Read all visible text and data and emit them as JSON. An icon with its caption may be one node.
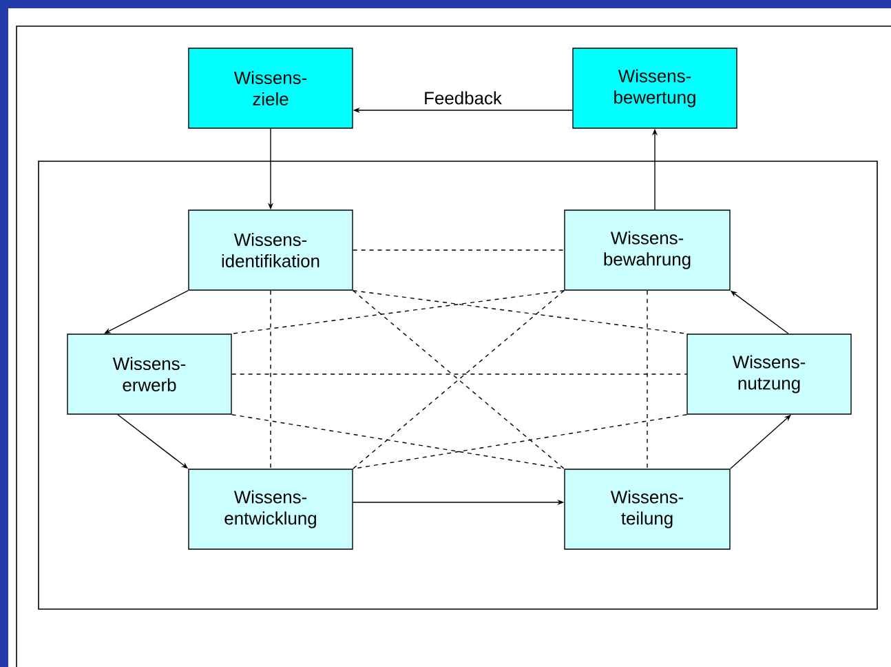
{
  "diagram": {
    "nodes": [
      {
        "text": [
          "Wissens- ziele"
        ]
      },
      {
        "text": [
          "Wissens- bewertung"
        ]
      },
      {
        "text": [],
        "shape": "box"
      },
      {
        "text": [
          "Wissens- identifikation"
        ],
        "in": 2
      },
      {
        "text": [
          "Wissens- bewahrung"
        ],
        "in": 2
      },
      {
        "text": [
          "Wissens- erwerb"
        ],
        "in": 2
      },
      {
        "text": [
          "Wissens- nutzung"
        ],
        "in": 2
      },
      {
        "text": [
          "Wissens- entwicklung"
        ],
        "in": 2
      },
      {
        "text": [
          "Wissens- teilung"
        ],
        "in": 2
      }
    ],
    "edges": [
      {
        "from": 1,
        "to": 0,
        "arrow": "to",
        "label": "Feedback"
      },
      {
        "from": 0,
        "to": 3,
        "arrow": "to"
      },
      {
        "from": 4,
        "to": 1,
        "arrow": "to"
      },
      {
        "from": 3,
        "to": 5,
        "arrow": "to"
      },
      {
        "from": 5,
        "to": 7,
        "arrow": "to"
      },
      {
        "from": 7,
        "to": 8,
        "arrow": "to"
      },
      {
        "from": 8,
        "to": 6,
        "arrow": "to"
      },
      {
        "from": 6,
        "to": 4,
        "arrow": "to"
      },
      {
        "from": 3,
        "to": 4,
        "arrow": "none",
        "style": "dashed"
      },
      {
        "from": 3,
        "to": 7,
        "arrow": "none",
        "style": "dashed"
      },
      {
        "from": 3,
        "to": 6,
        "arrow": "none",
        "style": "dashed"
      },
      {
        "from": 3,
        "to": 8,
        "arrow": "none",
        "style": "dashed"
      },
      {
        "from": 4,
        "to": 5,
        "arrow": "none",
        "style": "dashed"
      },
      {
        "from": 4,
        "to": 7,
        "arrow": "none",
        "style": "dashed"
      },
      {
        "from": 4,
        "to": 8,
        "arrow": "none",
        "style": "dashed"
      },
      {
        "from": 5,
        "to": 6,
        "arrow": "none",
        "style": "dashed"
      },
      {
        "from": 5,
        "to": 8,
        "arrow": "none",
        "style": "dashed"
      },
      {
        "from": 6,
        "to": 7,
        "arrow": "none",
        "style": "dashed"
      }
    ]
  }
}
